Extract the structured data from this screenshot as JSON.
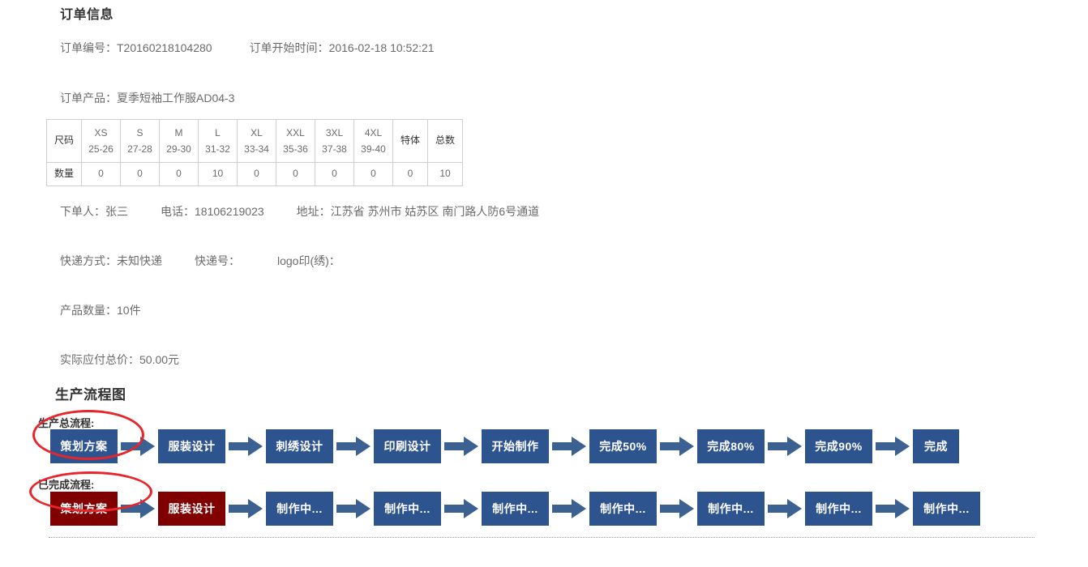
{
  "order_info": {
    "title": "订单信息",
    "order_no_label": "订单编号：",
    "order_no_value": "T20160218104280",
    "start_time_label": "订单开始时间：",
    "start_time_value": "2016-02-18 10:52:21",
    "product_label": "订单产品：",
    "product_value": "夏季短袖工作服AD04-3",
    "person_label": "下单人：",
    "person_value": "张三",
    "phone_label": "电话：",
    "phone_value": "18106219023",
    "address_label": "地址：",
    "address_value": "江苏省 苏州市 姑苏区 南门路人防6号通道",
    "express_type_label": "快递方式：",
    "express_type_value": "未知快递",
    "express_no_label": "快递号：",
    "express_no_value": "",
    "logo_label": "logo印(绣)：",
    "logo_value": "",
    "qty_label": "产品数量：",
    "qty_value": "10件",
    "price_label": "实际应付总价：",
    "price_value": "50.00元"
  },
  "size_table": {
    "row_header_label": "尺码",
    "row_qty_label": "数量",
    "sizes": [
      {
        "name": "XS",
        "range": "25-26"
      },
      {
        "name": "S",
        "range": "27-28"
      },
      {
        "name": "M",
        "range": "29-30"
      },
      {
        "name": "L",
        "range": "31-32"
      },
      {
        "name": "XL",
        "range": "33-34"
      },
      {
        "name": "XXL",
        "range": "35-36"
      },
      {
        "name": "3XL",
        "range": "37-38"
      },
      {
        "name": "4XL",
        "range": "39-40"
      }
    ],
    "special_label": "特体",
    "total_label": "总数",
    "quantities": [
      "0",
      "0",
      "0",
      "10",
      "0",
      "0",
      "0",
      "0"
    ],
    "special_qty": "0",
    "total_qty": "10"
  },
  "flow": {
    "title": "生产流程图",
    "total_label": "生产总流程:",
    "done_label": "已完成流程:",
    "colors": {
      "box_blue": "#2e5490",
      "box_red": "#800000",
      "arrow": "#3a6192",
      "annotation_red": "#e8252a"
    },
    "total_steps": [
      {
        "label": "策划方案",
        "state": "pending"
      },
      {
        "label": "服装设计",
        "state": "pending"
      },
      {
        "label": "刺绣设计",
        "state": "pending"
      },
      {
        "label": "印刷设计",
        "state": "pending"
      },
      {
        "label": "开始制作",
        "state": "pending"
      },
      {
        "label": "完成50%",
        "state": "pending"
      },
      {
        "label": "完成80%",
        "state": "pending"
      },
      {
        "label": "完成90%",
        "state": "pending"
      },
      {
        "label": "完成",
        "state": "pending"
      }
    ],
    "done_steps": [
      {
        "label": "策划方案",
        "state": "done"
      },
      {
        "label": "服装设计",
        "state": "done"
      },
      {
        "label": "制作中...",
        "state": "pending"
      },
      {
        "label": "制作中...",
        "state": "pending"
      },
      {
        "label": "制作中...",
        "state": "pending"
      },
      {
        "label": "制作中...",
        "state": "pending"
      },
      {
        "label": "制作中...",
        "state": "pending"
      },
      {
        "label": "制作中...",
        "state": "pending"
      },
      {
        "label": "制作中...",
        "state": "pending"
      }
    ]
  }
}
